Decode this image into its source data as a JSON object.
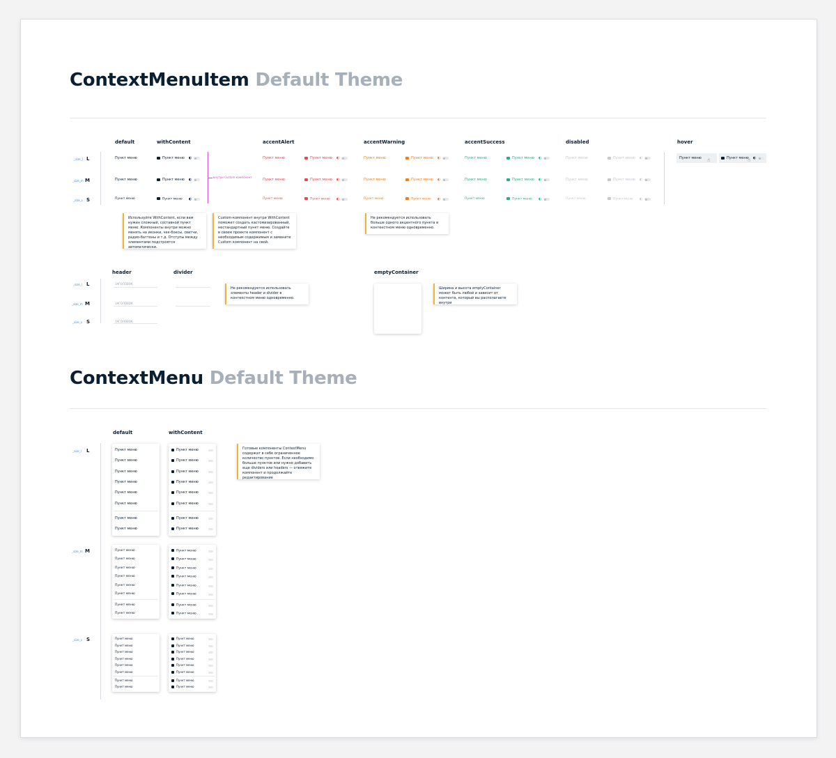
{
  "titles": {
    "item_main": "ContextMenuItem",
    "item_sub": "Default Theme",
    "menu_main": "ContextMenu",
    "menu_sub": "Default Theme"
  },
  "item_columns": {
    "default": "default",
    "withContent": "withContent",
    "accentAlert": "accentAlert",
    "accentWarning": "accentWarning",
    "accentSuccess": "accentSuccess",
    "disabled": "disabled",
    "hover": "hover"
  },
  "sizes": {
    "L": "L",
    "M": "M",
    "S": "S"
  },
  "size_tags": {
    "l": "_size_l",
    "m": "_size_m",
    "s": "_size_s"
  },
  "item_label": "Пункт меню",
  "custom_label": "внутри Custom компонент",
  "colors": {
    "text": "#0b1f33",
    "alert": "#f0454d",
    "warning": "#f07e1c",
    "success": "#1bb58a",
    "disabled": "#c3c8cd",
    "note_accent": "#f2b233",
    "custom_line": "#d94fd1",
    "tag": "#3b8ef0"
  },
  "notes": {
    "n1": "Используйте WithContent, если вам нужен сложный, составной пункт меню. Компоненты внутри можно менять на иконки, чек-боксы, свитчи, радио-баттоны и т.д. Отступы между элементами подстроятся автоматически.",
    "n2": "Custom-компонент внутри WithContent поможет создать кастомизированный, нестандартный пункт меню. Создайте в своем проекте компонент с необходимым содержимым и замените Custom компонент на свой.",
    "n3": "Не рекомендуется использовать больше одного акцентного пункта в контекстном меню одновременно.",
    "n4": "Не рекомендуется использовать элементы header и divider в контекстном меню одновременно.",
    "n5": "Ширина и высота emptyContainer может быть любой и зависит от контента, который вы располагаете внутри",
    "n6": "Готовые компоненты ContextMenu содержат в себе ограниченное количество пунктов. Если необходимо больше пунктов или нужно добавить еще dividers или headers — отвяжите компонент и продолжайте редактирование"
  },
  "second_columns": {
    "header": "header",
    "divider": "divider",
    "emptyContainer": "emptyContainer"
  },
  "header_text": "ЗАГОЛОВОК",
  "menu_columns": {
    "default": "default",
    "withContent": "withContent"
  }
}
